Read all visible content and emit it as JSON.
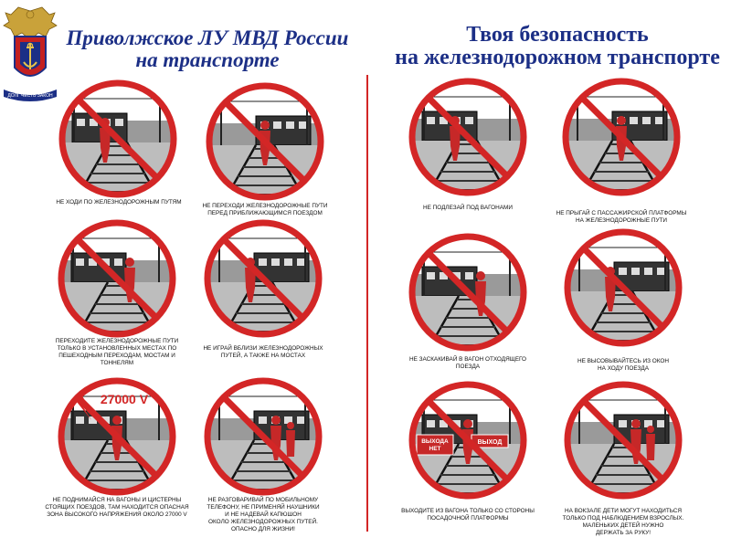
{
  "header": {
    "left_title_line1": "Приволжское ЛУ МВД России",
    "left_title_line2": "на транспорте",
    "right_title_line1": "Твоя безопасность",
    "right_title_line2": "на железнодорожном транспорте"
  },
  "colors": {
    "accent_red": "#d32626",
    "title_blue": "#1c2f86"
  },
  "emblem": {
    "ribbon_text": "ДОЛГ ЧЕСТЬ ЗАКОН"
  },
  "cards": [
    {
      "caption": "НЕ ХОДИ ПО ЖЕЛЕЗНОДОРОЖНЫМ ПУТЯМ",
      "badge": ""
    },
    {
      "caption": "НЕ ПЕРЕХОДИ ЖЕЛЕЗНОДОРОЖНЫЕ ПУТИ\nПЕРЕД ПРИБЛИЖАЮЩИМСЯ ПОЕЗДОМ",
      "badge": ""
    },
    {
      "caption": "ПЕРЕХОДИТЕ ЖЕЛЕЗНОДОРОЖНЫЕ ПУТИ\nТОЛЬКО В УСТАНОВЛЕННЫХ МЕСТАХ ПО\nПЕШЕХОДНЫМ ПЕРЕХОДАМ, МОСТАМ И\nТОННЕЛЯМ",
      "badge": ""
    },
    {
      "caption": "НЕ ИГРАЙ ВБЛИЗИ ЖЕЛЕЗНОДОРОЖНЫХ\nПУТЕЙ, А ТАКЖЕ НА МОСТАХ",
      "badge": ""
    },
    {
      "caption": "НЕ ПОДНИМАЙСЯ НА ВАГОНЫ И ЦИСТЕРНЫ\nСТОЯЩИХ ПОЕЗДОВ, ТАМ НАХОДИТСЯ ОПАСНАЯ\nЗОНА ВЫСОКОГО НАПРЯЖЕНИЯ ОКОЛО 27000 V",
      "badge": "27000 V"
    },
    {
      "caption": "НЕ РАЗГОВАРИВАЙ ПО МОБИЛЬНОМУ\nТЕЛЕФОНУ, НЕ ПРИМЕНЯЙ НАУШНИКИ\nИ НЕ НАДЕВАЙ КАПЮШОН\nОКОЛО ЖЕЛЕЗНОДОРОЖНЫХ ПУТЕЙ.\nОПАСНО ДЛЯ ЖИЗНИ!",
      "badge": ""
    },
    {
      "caption": "НЕ ПОДЛЕЗАЙ ПОД ВАГОНАМИ",
      "badge": ""
    },
    {
      "caption": "НЕ ПРЫГАЙ С ПАССАЖИРСКОЙ ПЛАТФОРМЫ\nНА ЖЕЛЕЗНОДОРОЖНЫЕ ПУТИ",
      "badge": ""
    },
    {
      "caption": "НЕ ЗАСКАКИВАЙ В ВАГОН ОТХОДЯЩЕГО\nПОЕЗДА",
      "badge": ""
    },
    {
      "caption": "НЕ ВЫСОВЫВАЙТЕСЬ ИЗ ОКОН\nНА ХОДУ ПОЕЗДА",
      "badge": ""
    },
    {
      "caption": "ВЫХОДИТЕ ИЗ ВАГОНА ТОЛЬКО СО СТОРОНЫ\nПОСАДОЧНОЙ ПЛАТФОРМЫ",
      "badge": "",
      "sign_left": "ВЫХОДА НЕТ",
      "sign_right": "ВЫХОД"
    },
    {
      "caption": "НА ВОКЗАЛЕ ДЕТИ МОГУТ НАХОДИТЬСЯ\nТОЛЬКО ПОД НАБЛЮДЕНИЕМ ВЗРОСЛЫХ.\nМАЛЕНЬКИХ ДЕТЕЙ НУЖНО\nДЕРЖАТЬ ЗА РУКУ!",
      "badge": ""
    }
  ]
}
